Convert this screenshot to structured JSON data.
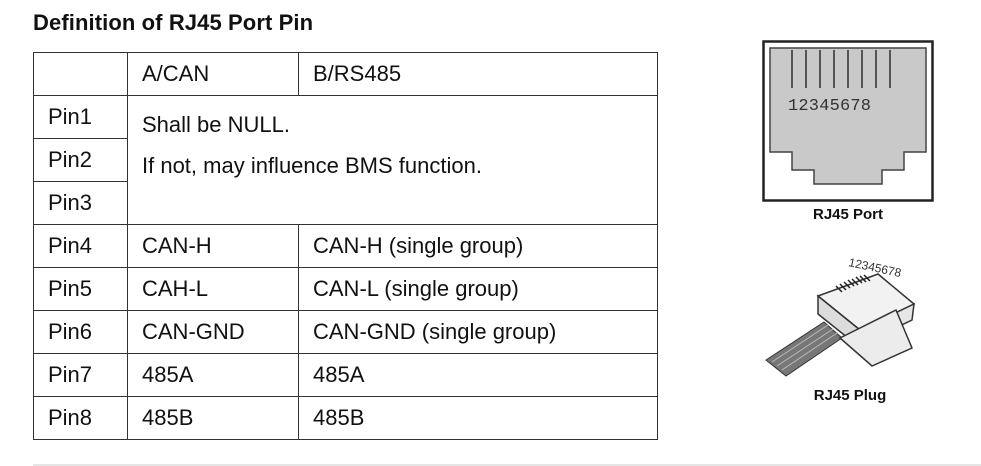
{
  "title": "Definition of RJ45 Port Pin",
  "table": {
    "headers": [
      "",
      "A/CAN",
      "B/RS485"
    ],
    "null_note": [
      "Shall be NULL.",
      "If not, may influence BMS function."
    ],
    "rows": [
      {
        "pin": "Pin1"
      },
      {
        "pin": "Pin2"
      },
      {
        "pin": "Pin3"
      },
      {
        "pin": "Pin4",
        "a": "CAN-H",
        "b": "CAN-H (single group)"
      },
      {
        "pin": "Pin5",
        "a": "CAH-L",
        "b": "CAN-L (single group)"
      },
      {
        "pin": "Pin6",
        "a": "CAN-GND",
        "b": "CAN-GND (single group)"
      },
      {
        "pin": "Pin7",
        "a": "485A",
        "b": "485A"
      },
      {
        "pin": "Pin8",
        "a": "485B",
        "b": "485B"
      }
    ]
  },
  "figures": {
    "port_numbers": "12345678",
    "port_caption": "RJ45 Port",
    "plug_numbers": "12345678",
    "plug_caption": "RJ45 Plug"
  }
}
